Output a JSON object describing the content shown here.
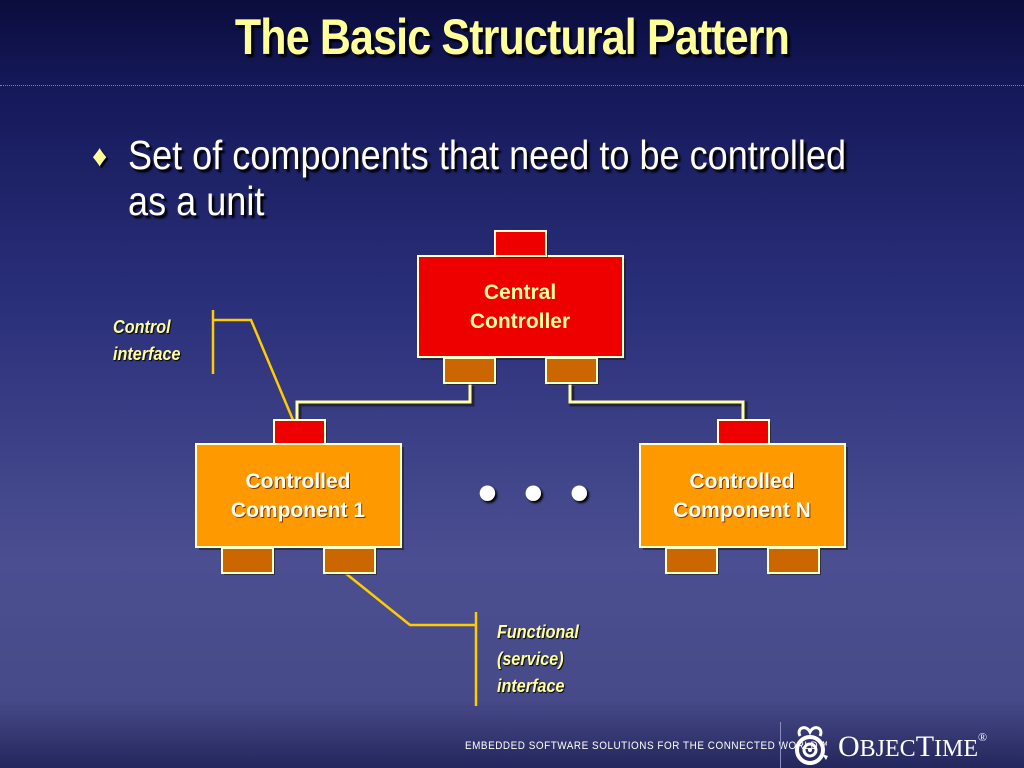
{
  "slide": {
    "title": "The Basic Structural Pattern",
    "bullet_marker": "♦",
    "bullet_text": "Set of components that need to be controlled as a unit"
  },
  "diagram": {
    "central_line1": "Central",
    "central_line2": "Controller",
    "comp1_line1": "Controlled",
    "comp1_line2": "Component 1",
    "compn_line1": "Controlled",
    "compn_line2": "Component N",
    "ellipsis": "• • •",
    "control_label_line1": "Control",
    "control_label_line2": "interface",
    "functional_label_line1": "Functional",
    "functional_label_line2": "(service)",
    "functional_label_line3": "interface",
    "colors": {
      "controller": "#ee0000",
      "component": "#ff9900",
      "port_control": "#ee0000",
      "port_functional": "#cc6600",
      "connector": "#ffffaa",
      "callout": "#ffcc00"
    }
  },
  "footer": {
    "tagline": "EMBEDDED SOFTWARE SOLUTIONS FOR THE CONNECTED WORLD™",
    "logo_o": "O",
    "logo_bject": "BJEC",
    "logo_t": "T",
    "logo_ime": "IME",
    "logo_reg": "®"
  }
}
